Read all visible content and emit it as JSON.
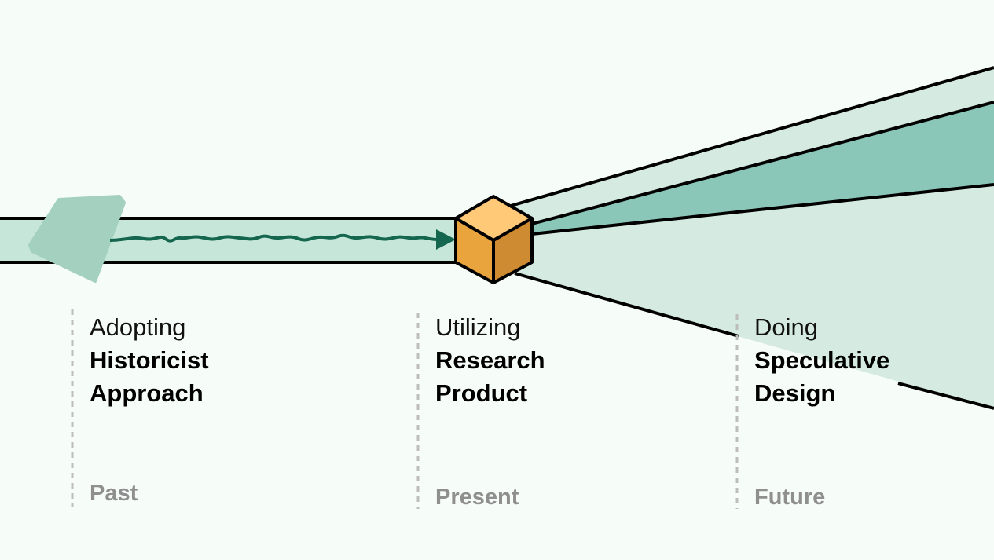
{
  "colors": {
    "background": "#F6FCF8",
    "band": "#C6E6DA",
    "fan_light": "#D5EAE1",
    "fan_medium": "#8AC7B8",
    "arrow": "#15664F",
    "lens_shape": "#A3D0BF",
    "cube_top": "#FFC978",
    "cube_left": "#E9A43E",
    "cube_right": "#CF8B31",
    "era_text": "#8F8F8F"
  },
  "stages": [
    {
      "verb": "Adopting",
      "line1": "Historicist",
      "line2": "Approach",
      "era": "Past"
    },
    {
      "verb": "Utilizing",
      "line1": "Research",
      "line2": "Product",
      "era": "Present"
    },
    {
      "verb": "Doing",
      "line1": "Speculative",
      "line2": "Design",
      "era": "Future"
    }
  ]
}
